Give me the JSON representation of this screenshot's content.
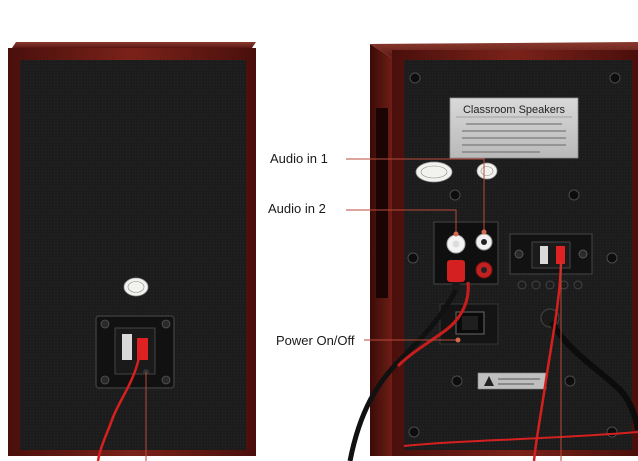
{
  "labels": {
    "audio_in_1": "Audio in 1",
    "audio_in_2": "Audio in 2",
    "power_switch": "Power On/Off",
    "plate_title": "Classroom Speakers"
  },
  "colors": {
    "wood": "#6b1b16",
    "grille": "#1e1e1e",
    "callout_line": "#c0392b",
    "cable_red": "#d62020"
  }
}
